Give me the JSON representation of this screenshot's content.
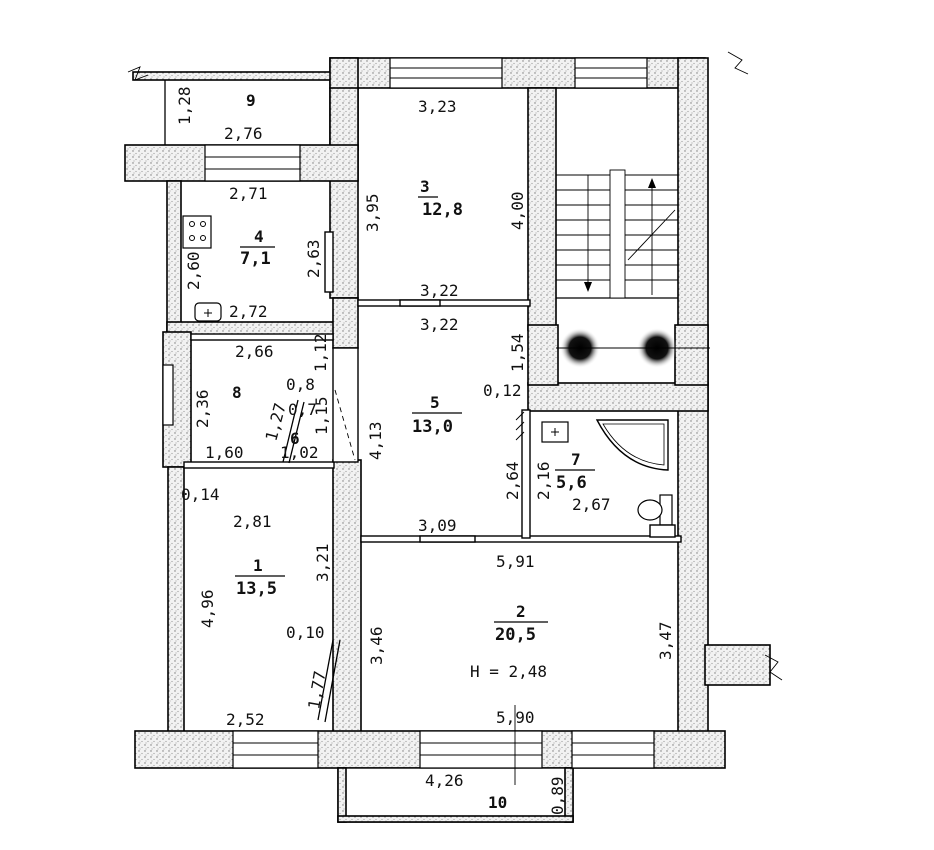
{
  "plan": {
    "ceiling_height": "H = 2,48",
    "rooms": [
      {
        "number": "1",
        "area": "13,5"
      },
      {
        "number": "2",
        "area": "20,5"
      },
      {
        "number": "3",
        "area": "12,8"
      },
      {
        "number": "4",
        "area": "7,1"
      },
      {
        "number": "5",
        "area": "13,0"
      },
      {
        "number": "6",
        "area": ""
      },
      {
        "number": "7",
        "area": "5,6"
      },
      {
        "number": "8",
        "area": ""
      },
      {
        "number": "9",
        "area": ""
      },
      {
        "number": "10",
        "area": ""
      }
    ],
    "dimensions": {
      "d9_h": "1,28",
      "d9_w": "2,76",
      "d4_top": "2,71",
      "d4_left": "2,60",
      "d4_right": "2,63",
      "d4_bottom": "2,72",
      "d3_top": "3,23",
      "d3_left": "3,95",
      "d3_right": "4,00",
      "d3_bottom": "3,22",
      "d5_top": "3,22",
      "d5_left": "4,13",
      "d5_r1": "1,54",
      "d5_r2": "0,12",
      "d5_bottom": "3,09",
      "d8_top": "2,66",
      "d8_left": "2,36",
      "d8_bottom": "1,60",
      "d8_r": "1,12",
      "d6_a": "0,8",
      "d6_b": "0,7",
      "d6_c": "1,27",
      "d6_d": "1,15",
      "d6_bottom": "1,02",
      "d7_l1": "2,64",
      "d7_l2": "2,16",
      "d7_w": "2,67",
      "d1_tl": "0,14",
      "d1_top": "2,81",
      "d1_right": "3,21",
      "d1_left": "4,96",
      "d1_r2": "0,10",
      "d1_r3": "1,77",
      "d1_bottom": "2,52",
      "d2_top": "5,91",
      "d2_left": "3,46",
      "d2_right": "3,47",
      "d2_bottom": "5,90",
      "d10_w": "4,26",
      "d10_h": "0,89"
    }
  }
}
